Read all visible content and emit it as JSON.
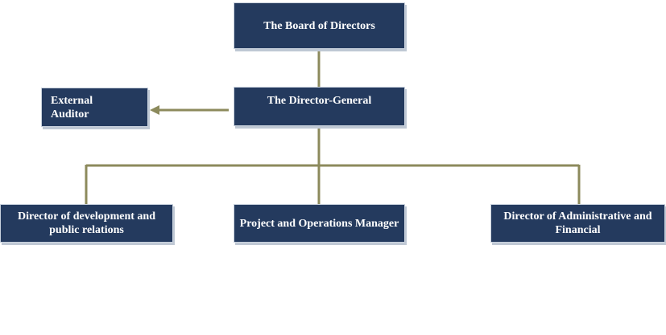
{
  "colors": {
    "box_fill": "#243a5e",
    "box_text": "#ffffff",
    "connector": "#8c8a5c"
  },
  "nodes": {
    "board": "The Board of Directors",
    "director_general": "The Director-General",
    "external_auditor": "External Auditor",
    "dev_pr": "Director of development and public relations",
    "project_ops": "Project and Operations Manager",
    "admin_fin": "Director of Administrative and Financial"
  }
}
